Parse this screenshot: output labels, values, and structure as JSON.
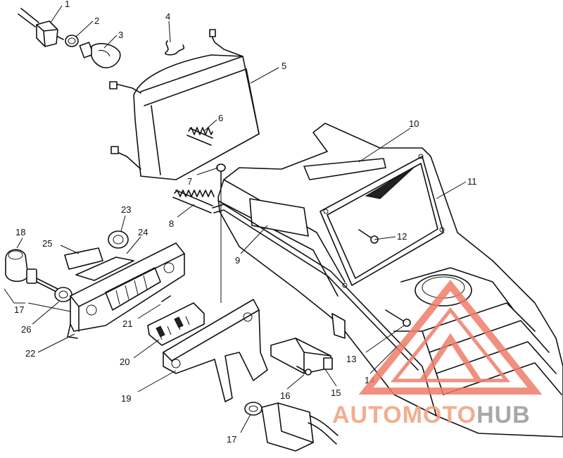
{
  "callouts": [
    {
      "id": "c1",
      "label": "1"
    },
    {
      "id": "c2",
      "label": "2"
    },
    {
      "id": "c3",
      "label": "3"
    },
    {
      "id": "c4",
      "label": "4"
    },
    {
      "id": "c5",
      "label": "5"
    },
    {
      "id": "c6",
      "label": "6"
    },
    {
      "id": "c7",
      "label": "7"
    },
    {
      "id": "c8",
      "label": "8"
    },
    {
      "id": "c9",
      "label": "9"
    },
    {
      "id": "c10",
      "label": "10"
    },
    {
      "id": "c11",
      "label": "11"
    },
    {
      "id": "c12",
      "label": "12"
    },
    {
      "id": "c13",
      "label": "13"
    },
    {
      "id": "c14",
      "label": "14"
    },
    {
      "id": "c15",
      "label": "15"
    },
    {
      "id": "c16",
      "label": "16"
    },
    {
      "id": "c17a",
      "label": "17"
    },
    {
      "id": "c17b",
      "label": "17"
    },
    {
      "id": "c18",
      "label": "18"
    },
    {
      "id": "c19",
      "label": "19"
    },
    {
      "id": "c20",
      "label": "20"
    },
    {
      "id": "c21",
      "label": "21"
    },
    {
      "id": "c22",
      "label": "22"
    },
    {
      "id": "c23",
      "label": "23"
    },
    {
      "id": "c24",
      "label": "24"
    },
    {
      "id": "c25",
      "label": "25"
    },
    {
      "id": "c26",
      "label": "26"
    }
  ],
  "watermark": {
    "text_part1": "AUTOMOTO",
    "text_part2": "HUB",
    "color_primary": "#f0a07a",
    "color_secondary": "#9a9a9a",
    "logo_color": "#ef7d6a"
  }
}
